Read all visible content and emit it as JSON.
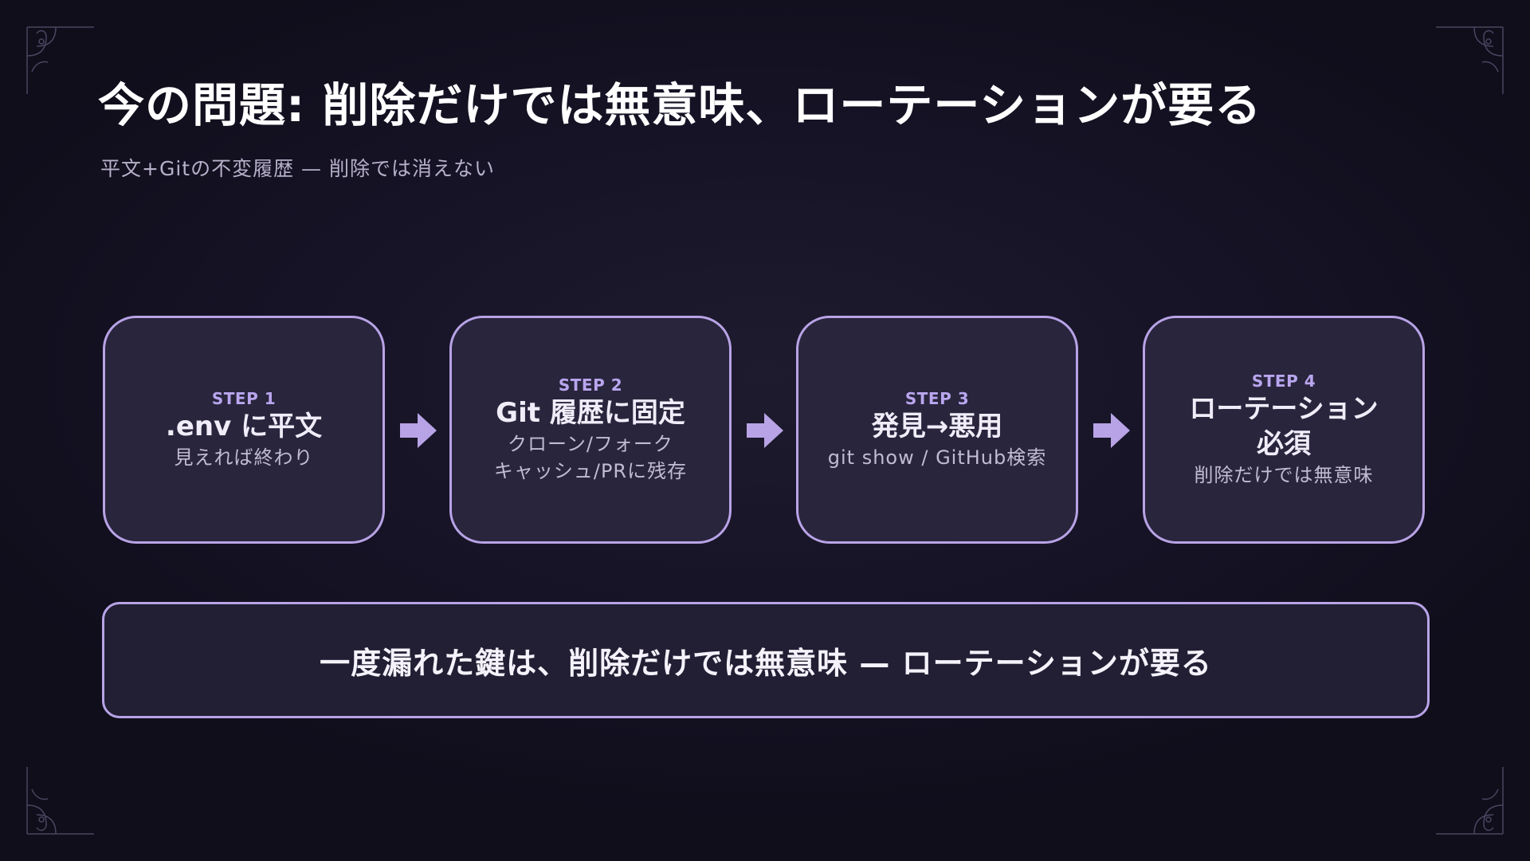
{
  "slide": {
    "title": "今の問題: 削除だけでは無意味、ローテーションが要る",
    "subtitle": "平文+Gitの不変履歴 — 削除では消えない"
  },
  "steps": [
    {
      "label": "STEP 1",
      "title": ".env に平文",
      "desc": "見えれば終わり"
    },
    {
      "label": "STEP 2",
      "title": "Git 履歴に固定",
      "desc": "クローン/フォーク\nキャッシュ/PRに残存"
    },
    {
      "label": "STEP 3",
      "title": "発見→悪用",
      "desc": "git show / GitHub検索"
    },
    {
      "label": "STEP 4",
      "title": "ローテーション\n必須",
      "desc": "削除だけでは無意味"
    }
  ],
  "banner": {
    "text": "一度漏れた鍵は、削除だけでは無意味 — ローテーションが要る"
  },
  "icons": {
    "arrow": "right-arrow-icon",
    "corner": "corner-ornament-icon"
  },
  "colors": {
    "background": "#121020",
    "card_fill": "#29253d",
    "accent": "#b8a3e6",
    "step_label": "#b9a6ee"
  }
}
